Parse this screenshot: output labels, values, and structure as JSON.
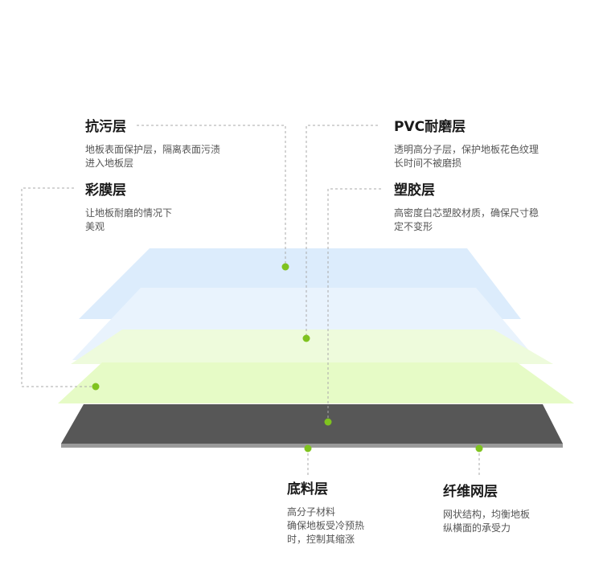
{
  "labels": {
    "antifouling": {
      "title": "抗污层",
      "desc": [
        "地板表面保护层，隔离表面污渍",
        "进入地板层"
      ]
    },
    "color_film": {
      "title": "彩膜层",
      "desc": [
        "让地板耐磨的情况下",
        "美观"
      ]
    },
    "pvc_wear": {
      "title": "PVC耐磨层",
      "desc": [
        "透明高分子层，保护地板花色纹理",
        "长时间不被磨损"
      ]
    },
    "plastic": {
      "title": "塑胶层",
      "desc": [
        "高密度白芯塑胶材质，确保尺寸稳",
        "定不变形"
      ]
    },
    "base": {
      "title": "底料层",
      "desc": [
        "高分子材料",
        "确保地板受冷预热",
        "时，控制其缩涨"
      ]
    },
    "fiber": {
      "title": "纤维网层",
      "desc": [
        "网状结构，均衡地板",
        "纵横面的承受力"
      ]
    }
  },
  "colors": {
    "layer_blue": "#dcecfc",
    "layer_blue_light": "#e9f3fd",
    "layer_green_light": "#eefbdc",
    "layer_green": "#e6fbc6",
    "layer_gray": "#575757",
    "layer_gray_edge": "#9a9a9a",
    "dot": "#7fc31f",
    "leader": "#aaaaaa"
  }
}
